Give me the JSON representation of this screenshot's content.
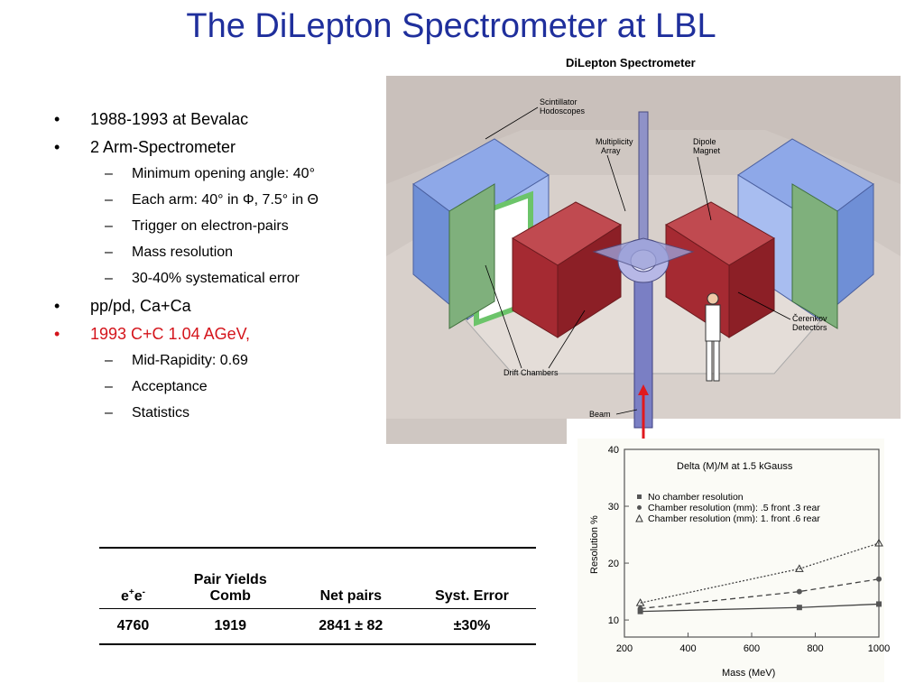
{
  "title": "The DiLepton Spectrometer at LBL",
  "bullets": [
    {
      "text": "1988-1993 at Bevalac",
      "level": 1
    },
    {
      "text": "2 Arm-Spectrometer",
      "level": 1
    },
    {
      "text": "Minimum opening angle: 40°",
      "level": 2
    },
    {
      "text": "Each arm: 40° in Φ, 7.5° in Θ",
      "level": 2
    },
    {
      "text": "Trigger on electron-pairs",
      "level": 2
    },
    {
      "text": "Mass resolution",
      "level": 2
    },
    {
      "text": "30-40% systematical error",
      "level": 2
    },
    {
      "text": "pp/pd, Ca+Ca",
      "level": 1
    },
    {
      "text": "1993 C+C 1.04 AGeV,",
      "level": 1,
      "color": "#d4141b"
    },
    {
      "text": "Mid-Rapidity: 0.69",
      "level": 2
    },
    {
      "text": "Acceptance",
      "level": 2
    },
    {
      "text": "Statistics",
      "level": 2
    }
  ],
  "figure": {
    "caption": "DiLepton Spectrometer",
    "labels": {
      "scint": [
        "Scintillator",
        "Hodoscopes"
      ],
      "mult": [
        "Multiplicity",
        "Array"
      ],
      "dipole": [
        "Dipole",
        "Magnet"
      ],
      "cerenkov": [
        "Čerenkov",
        "Detectors"
      ],
      "drift": "Drift Chambers",
      "beam": "Beam"
    }
  },
  "table": {
    "header_top": "Pair Yields",
    "headers": [
      "e+e-",
      "Comb",
      "Net pairs",
      "Syst. Error"
    ],
    "row": [
      "4760",
      "1919",
      "2841 ± 82",
      "±30%"
    ]
  },
  "colors": {
    "title": "#1f2f9c",
    "highlight": "#d4141b",
    "magnet": "#a52a32",
    "detector": "#6f8fd6"
  },
  "chart_data": {
    "type": "line",
    "title": "Delta (M)/M at 1.5 kGauss",
    "xlabel": "Mass (MeV)",
    "ylabel": "Resolution %",
    "xlim": [
      200,
      1000
    ],
    "ylim": [
      7,
      40
    ],
    "xticks": [
      200,
      400,
      600,
      800,
      1000
    ],
    "yticks": [
      10,
      20,
      30,
      40
    ],
    "grid": false,
    "legend_position": "upper",
    "series": [
      {
        "name": "No chamber resolution",
        "marker": "square",
        "dash": "solid",
        "x": [
          250,
          750,
          1000
        ],
        "y": [
          11.5,
          12.2,
          12.8
        ]
      },
      {
        "name": "Chamber resolution (mm): .5 front .3 rear",
        "marker": "circle",
        "dash": "dashed",
        "x": [
          250,
          750,
          1000
        ],
        "y": [
          12.0,
          15.0,
          17.2
        ]
      },
      {
        "name": "Chamber resolution (mm): 1. front .6 rear",
        "marker": "triangle",
        "dash": "dotted",
        "x": [
          250,
          750,
          1000
        ],
        "y": [
          13.0,
          19.0,
          23.5
        ]
      }
    ]
  }
}
